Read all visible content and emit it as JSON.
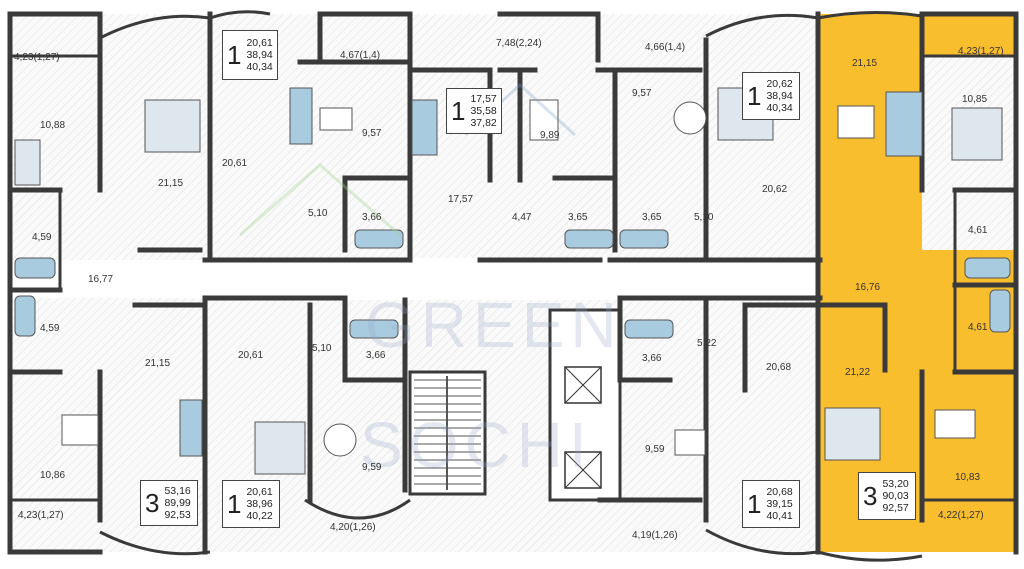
{
  "plan": {
    "colors": {
      "highlight": "#F9BE2E",
      "wall": "#3a3a3a",
      "floor_hatch": "#ececec",
      "furniture": "#a9cbe0",
      "watermark": "#9db0c8"
    },
    "watermark": {
      "line1": "GREEN",
      "line2": "SOCHI"
    },
    "apartments": [
      {
        "rooms": "1",
        "living": "20,61",
        "total": "38,94",
        "with_balcony": "40,34"
      },
      {
        "rooms": "1",
        "living": "17,57",
        "total": "35,58",
        "with_balcony": "37,82"
      },
      {
        "rooms": "1",
        "living": "20,62",
        "total": "38,94",
        "with_balcony": "40,34"
      },
      {
        "rooms": "3",
        "living": "53,16",
        "total": "89,99",
        "with_balcony": "92,53"
      },
      {
        "rooms": "1",
        "living": "20,61",
        "total": "38,96",
        "with_balcony": "40,22"
      },
      {
        "rooms": "1",
        "living": "20,68",
        "total": "39,15",
        "with_balcony": "40,41"
      },
      {
        "rooms": "3",
        "living": "53,20",
        "total": "90,03",
        "with_balcony": "92,57"
      }
    ],
    "room_labels": {
      "a01": "4,23(1,27)",
      "a02": "10,88",
      "a03": "21,15",
      "a04": "4,59",
      "a05": "16,77",
      "a06": "4,59",
      "a07": "21,15",
      "a08": "10,86",
      "a09": "4,23(1,27)",
      "b01": "20,61",
      "b02": "4,67(1,4)",
      "b03": "9,57",
      "b04": "5,10",
      "b05": "3,66",
      "b06": "20,61",
      "b07": "5,10",
      "b08": "3,66",
      "b09": "9,59",
      "b10": "4,20(1,26)",
      "c01": "7,48(2,24)",
      "c02": "17,57",
      "c03": "4,47",
      "c04": "9,89",
      "c05": "3,65",
      "c06": "3,65",
      "d01": "4,66(1,4)",
      "d02": "9,57",
      "d03": "5,10",
      "d04": "20,62",
      "d05": "5,22",
      "d06": "3,66",
      "d07": "20,68",
      "d08": "9,59",
      "d09": "4,19(1,26)",
      "e01": "21,15",
      "e02": "4,23(1,27)",
      "e03": "10,85",
      "e04": "4,61",
      "e05": "16,76",
      "e06": "4,61",
      "e07": "21,22",
      "e08": "10,83",
      "e09": "4,22(1,27)"
    }
  }
}
